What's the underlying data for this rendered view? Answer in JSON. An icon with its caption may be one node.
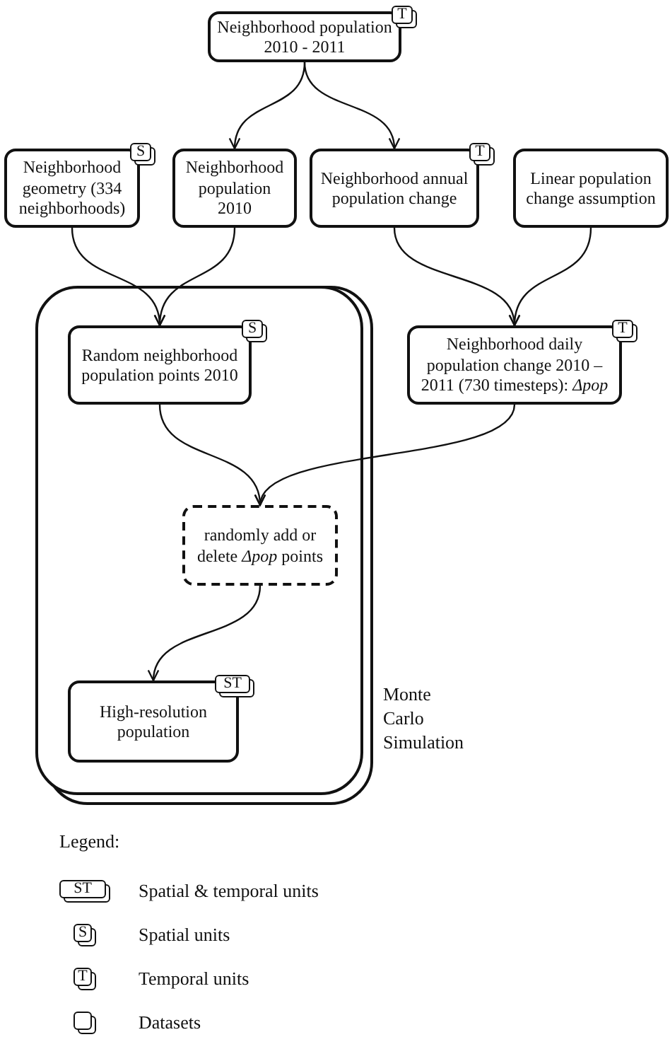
{
  "diagram": {
    "nodes": [
      {
        "text": [
          "Neighborhood population 2010 - 2011",
          "T"
        ]
      },
      {
        "text": [
          "Neighborhood geometry (334 neighborhoods)",
          "S"
        ]
      },
      {
        "text": [
          "Neighborhood population 2010"
        ]
      },
      {
        "text": [
          "Neighborhood annual population change",
          "T"
        ]
      },
      {
        "text": [
          "Linear population change assumption"
        ]
      },
      {
        "text": [],
        "shape": "box",
        "beside": [
          "Monte Carlo Simulation"
        ]
      },
      {
        "text": [
          "Random neighborhood population points 2010",
          "S"
        ],
        "in": 5
      },
      {
        "text": [
          "Neighborhood daily population change 2010 – 2011 (730 timesteps):  *Δpop*",
          "T"
        ]
      },
      {
        "text": [
          "randomly add or delete *Δpop* points"
        ],
        "in": 5
      },
      {
        "text": [
          "High-resolution population",
          "ST"
        ],
        "in": 5
      }
    ],
    "edges": [
      {
        "from": 0,
        "to": 2,
        "arrow": "to"
      },
      {
        "from": 0,
        "to": 3,
        "arrow": "to"
      },
      {
        "from": 1,
        "to": 6,
        "arrow": "to"
      },
      {
        "from": 2,
        "to": 6,
        "arrow": "to"
      },
      {
        "from": 3,
        "to": 7,
        "arrow": "to"
      },
      {
        "from": 4,
        "to": 7,
        "arrow": "to"
      },
      {
        "from": 6,
        "to": 8,
        "arrow": "to"
      },
      {
        "from": 7,
        "to": 8,
        "arrow": "to"
      },
      {
        "from": 8,
        "to": 9,
        "arrow": "to"
      }
    ],
    "labels": [
      "Legend:",
      "ST",
      "S",
      "T"
    ],
    "legend": [
      {
        "text": "Spatial & temporal units"
      },
      {
        "text": "Spatial units"
      },
      {
        "text": "Temporal units"
      },
      {
        "text": "Datasets"
      }
    ]
  }
}
